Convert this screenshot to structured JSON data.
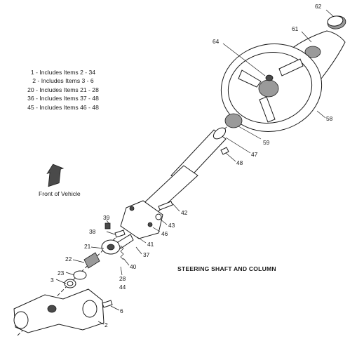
{
  "legend": {
    "lines": [
      "1 - Includes Items 2 - 34",
      "2 - Includes Items 3 - 6",
      "20 - Includes Items 21 - 28",
      "36 - Includes Items 37 - 48",
      "45 - Includes Items 46 - 48"
    ]
  },
  "title": "STEERING SHAFT AND COLUMN",
  "front_label": "Front of Vehicle",
  "callouts": {
    "c62": "62",
    "c61": "61",
    "c64": "64",
    "c58": "58",
    "c59": "59",
    "c47": "47",
    "c48": "48",
    "c42": "42",
    "c43": "43",
    "c46": "46",
    "c39": "39",
    "c38": "38",
    "c41": "41",
    "c37": "37",
    "c21": "21",
    "c40": "40",
    "c22": "22",
    "c28": "28",
    "c44": "44",
    "c23": "23",
    "c3": "3",
    "c6": "6",
    "c2": "2"
  },
  "colors": {
    "ink": "#1a1a1a",
    "shade": "#9a9a9a",
    "dark": "#4a4a4a"
  }
}
